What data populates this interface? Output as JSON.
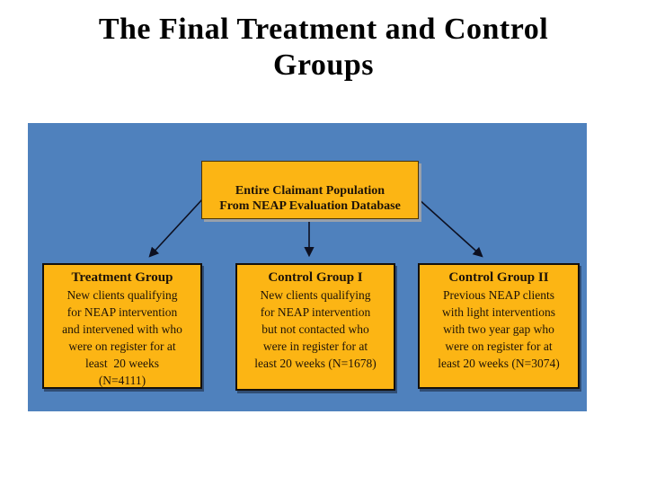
{
  "title": "The Final Treatment and Control\nGroups",
  "diagram": {
    "root_box": {
      "text": "Entire Claimant Population\nFrom NEAP Evaluation Database"
    },
    "boxes": [
      {
        "title": "Treatment Group",
        "body": "New clients qualifying\nfor NEAP intervention\nand intervened with who\nwere on register for at\nleast  20 weeks\n(N=4111)",
        "n": 4111
      },
      {
        "title": "Control Group I",
        "body": "New clients qualifying\nfor NEAP intervention\nbut not contacted who\nwere in register for at\nleast 20 weeks (N=1678)",
        "n": 1678
      },
      {
        "title": "Control Group II",
        "body": "Previous NEAP clients\nwith light interventions\nwith two year gap who\nwere on register for at\nleast 20 weeks (N=3074)",
        "n": 3074
      }
    ]
  },
  "colors": {
    "panel_blue": "#4f81bd",
    "box_gold": "#fcb514",
    "box_border_dark": "#14100c",
    "root_box_border": "#4a3206",
    "arrow": "#0d1021",
    "title_text": "#000000",
    "box_text": "#1e1308",
    "page_background": "#ffffff"
  }
}
